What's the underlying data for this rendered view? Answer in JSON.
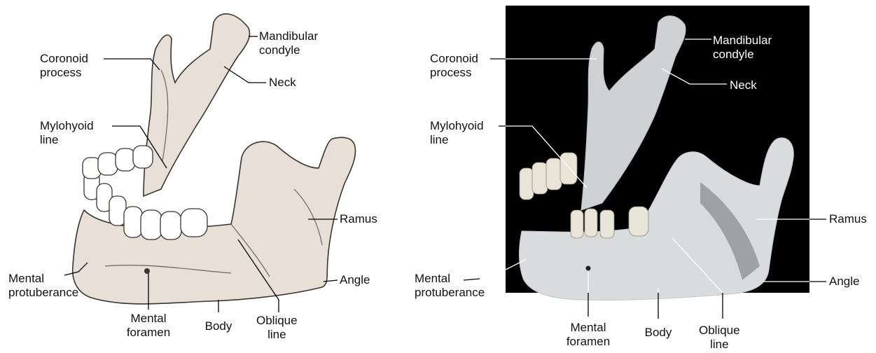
{
  "colors": {
    "bone_fill": "#e8dfd6",
    "bone_stroke": "#3a3530",
    "tooth_fill": "#ffffff",
    "photo_background": "#000000",
    "photo_bone": "#d4d6d8",
    "leader_line_illustration": "#000000",
    "leader_line_photo": "#ffffff"
  },
  "illustration": {
    "labels": {
      "coronoid_1": "Coronoid",
      "coronoid_2": "process",
      "condyle_1": "Mandibular",
      "condyle_2": "condyle",
      "neck": "Neck",
      "mylohyoid_1": "Mylohyoid",
      "mylohyoid_2": "line",
      "ramus": "Ramus",
      "mental_prot_1": "Mental",
      "mental_prot_2": "protuberance",
      "angle": "Angle",
      "mental_foramen_1": "Mental",
      "mental_foramen_2": "foramen",
      "body": "Body",
      "oblique_1": "Oblique",
      "oblique_2": "line"
    }
  },
  "photo": {
    "labels": {
      "coronoid_1": "Coronoid",
      "coronoid_2": "process",
      "condyle_1": "Mandibular",
      "condyle_2": "condyle",
      "neck": "Neck",
      "mylohyoid_1": "Mylohyoid",
      "mylohyoid_2": "line",
      "ramus": "Ramus",
      "mental_prot_1": "Mental",
      "mental_prot_2": "protuberance",
      "angle": "Angle",
      "mental_foramen_1": "Mental",
      "mental_foramen_2": "foramen",
      "body": "Body",
      "oblique_1": "Oblique",
      "oblique_2": "line"
    }
  }
}
